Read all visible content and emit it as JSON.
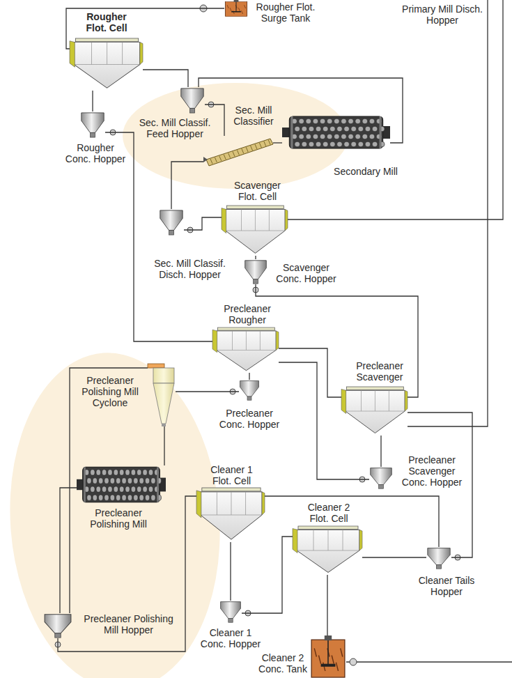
{
  "diagram": {
    "nodes": [
      {
        "text": [
          "Rougher Flot. Surge Tank"
        ]
      },
      {
        "text": [
          "Rougher Flot. Cell"
        ]
      },
      {
        "text": [
          "Sec. Mill Classif. Feed Hopper"
        ]
      },
      {
        "text": [
          "Sec. Mill Classifier"
        ]
      },
      {
        "text": [
          "Secondary Mill"
        ]
      },
      {
        "text": [
          "Rougher Conc. Hopper"
        ]
      },
      {
        "text": [
          "Sec. Mill Classif. Disch. Hopper"
        ]
      },
      {
        "text": [
          "Scavenger Flot. Cell"
        ]
      },
      {
        "text": [
          "Scavenger Conc. Hopper"
        ]
      },
      {
        "text": [
          "Precleaner Rougher"
        ]
      },
      {
        "text": [
          "Precleaner Polishing Mill Cyclone"
        ]
      },
      {
        "text": [
          "Precleaner Conc. Hopper"
        ]
      },
      {
        "text": [
          "Precleaner Scavenger"
        ]
      },
      {
        "text": [
          "Precleaner Polishing Mill"
        ]
      },
      {
        "text": [
          "Cleaner 1 Flot. Cell"
        ]
      },
      {
        "text": [
          "Precleaner Scavenger Conc. Hopper"
        ]
      },
      {
        "text": [
          "Cleaner 2 Flot. Cell"
        ]
      },
      {
        "text": [
          "Cleaner Tails Hopper"
        ]
      },
      {
        "text": [
          "Precleaner Polishing Mill Hopper"
        ]
      },
      {
        "text": [
          "Cleaner 1 Conc. Hopper"
        ]
      },
      {
        "text": [
          "Cleaner 2 Conc. Tank"
        ]
      }
    ],
    "edges": [
      {
        "from": 0,
        "to": 1,
        "arrow": "none"
      },
      {
        "from": 1,
        "to": 5,
        "arrow": "none"
      },
      {
        "from": 1,
        "to": 2,
        "arrow": "none"
      },
      {
        "from": 4,
        "to": 2,
        "arrow": "none"
      },
      {
        "from": 2,
        "to": 3,
        "arrow": "none"
      },
      {
        "from": 3,
        "to": 4,
        "arrow": "none"
      },
      {
        "from": 3,
        "to": 6,
        "arrow": "none"
      },
      {
        "from": 6,
        "to": 7,
        "arrow": "none"
      },
      {
        "from": 7,
        "to": 8,
        "arrow": "none"
      },
      {
        "from": 5,
        "to": 9,
        "arrow": "none"
      },
      {
        "from": 8,
        "to": 12,
        "arrow": "none"
      },
      {
        "from": 9,
        "to": 11,
        "arrow": "none"
      },
      {
        "from": 9,
        "to": 12,
        "arrow": "none"
      },
      {
        "from": 11,
        "to": 10,
        "arrow": "none"
      },
      {
        "from": 10,
        "to": 18,
        "arrow": "none"
      },
      {
        "from": 10,
        "to": 13,
        "arrow": "none"
      },
      {
        "from": 13,
        "to": 18,
        "arrow": "none"
      },
      {
        "from": 18,
        "to": 14,
        "arrow": "none"
      },
      {
        "from": 12,
        "to": 15,
        "arrow": "none"
      },
      {
        "from": 15,
        "to": 9,
        "arrow": "none"
      },
      {
        "from": 14,
        "to": 19,
        "arrow": "none"
      },
      {
        "from": 14,
        "to": 17,
        "arrow": "none"
      },
      {
        "from": 19,
        "to": 16,
        "arrow": "none"
      },
      {
        "from": 16,
        "to": 20,
        "arrow": "none"
      },
      {
        "from": 16,
        "to": 17,
        "arrow": "none"
      },
      {
        "from": 17,
        "to": 12,
        "arrow": "none"
      }
    ],
    "labels": [
      "Primary Mill Disch. Hopper"
    ]
  }
}
